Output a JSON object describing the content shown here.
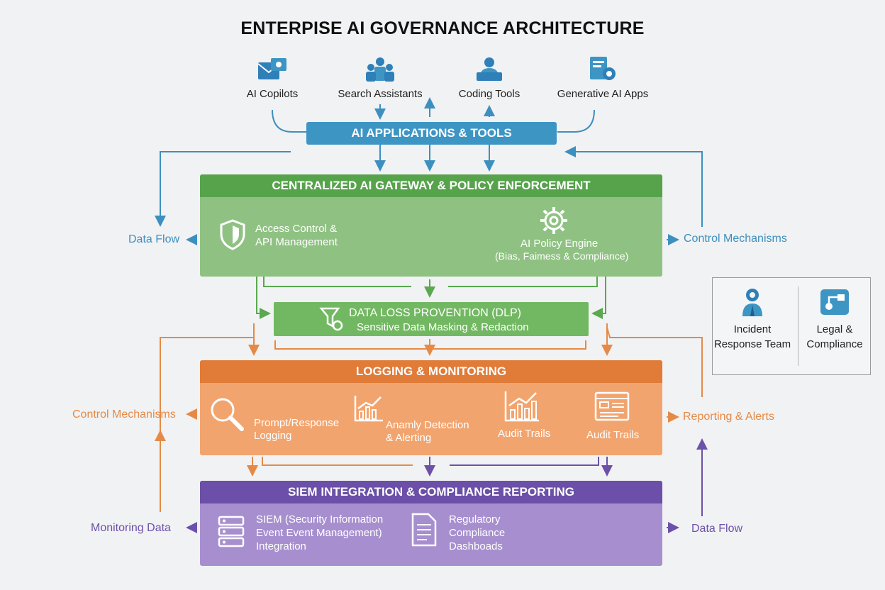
{
  "title": "ENTERPISE AI GOVERNANCE ARCHITECTURE",
  "apps": [
    {
      "label": "AI Copilots",
      "icon": "envelope-icon"
    },
    {
      "label": "Search Assistants",
      "icon": "users-icon"
    },
    {
      "label": "Coding Tools",
      "icon": "developer-icon"
    },
    {
      "label": "Generative AI Apps",
      "icon": "document-gear-icon"
    }
  ],
  "layers": {
    "applications": {
      "title": "AI APPLICATIONS & TOOLS",
      "color": "#3d95c4"
    },
    "gateway": {
      "title": "CENTRALIZED AI GATEWAY & POLICY ENFORCEMENT",
      "header_color": "#57a34c",
      "body_color": "#8fc282",
      "access": [
        "Access Control &",
        "API Management"
      ],
      "policy": [
        "AI Policy Engine",
        "(Bias, Faimess & Compliance)"
      ]
    },
    "dlp": {
      "title": "DATA LOSS PROVENTION (DLP)",
      "subtitle": "Sensitive Data Masking & Redaction",
      "color": "#72b862"
    },
    "logging": {
      "title": "LOGGING & MONITORING",
      "header_color": "#e07b38",
      "body_color": "#f2a46e",
      "items": [
        {
          "lines": [
            "Prompt/Response",
            "Logging"
          ],
          "icon": "magnifier-icon"
        },
        {
          "lines": [
            "Anamly Detection",
            "& Alerting"
          ],
          "icon": "trend-chart-icon"
        },
        {
          "lines": [
            "Audit Trails"
          ],
          "icon": "bar-chart-icon"
        },
        {
          "lines": [
            "Audit Trails"
          ],
          "icon": "dashboard-icon"
        }
      ]
    },
    "siem": {
      "title": "SIEM INTEGRATION & COMPLIANCE REPORTING",
      "header_color": "#6b4fa8",
      "body_color": "#a78fcf",
      "siem_lines": [
        "SIEM (Security Information",
        "Event Event Management)",
        "Integration"
      ],
      "reg_lines": [
        "Regulatory",
        "Compliance",
        "Dashboads"
      ]
    }
  },
  "side_labels": {
    "data_flow_left": "Data Flow",
    "control_right": "Control Mechanisms",
    "control_left": "Control Mechanisms",
    "reporting_right": "Reporting & Alerts",
    "monitoring_left": "Monitoring Data",
    "data_flow_right": "Data Flow"
  },
  "teams": [
    {
      "lines": [
        "Incident",
        "Response Team"
      ],
      "icon": "incident-team-icon"
    },
    {
      "lines": [
        "Legal &",
        "Compliance"
      ],
      "icon": "legal-flow-icon"
    }
  ],
  "colors": {
    "blue": "#3d8fc0",
    "green": "#5aa84f",
    "orange": "#e58a46",
    "purple": "#6c51ab"
  }
}
